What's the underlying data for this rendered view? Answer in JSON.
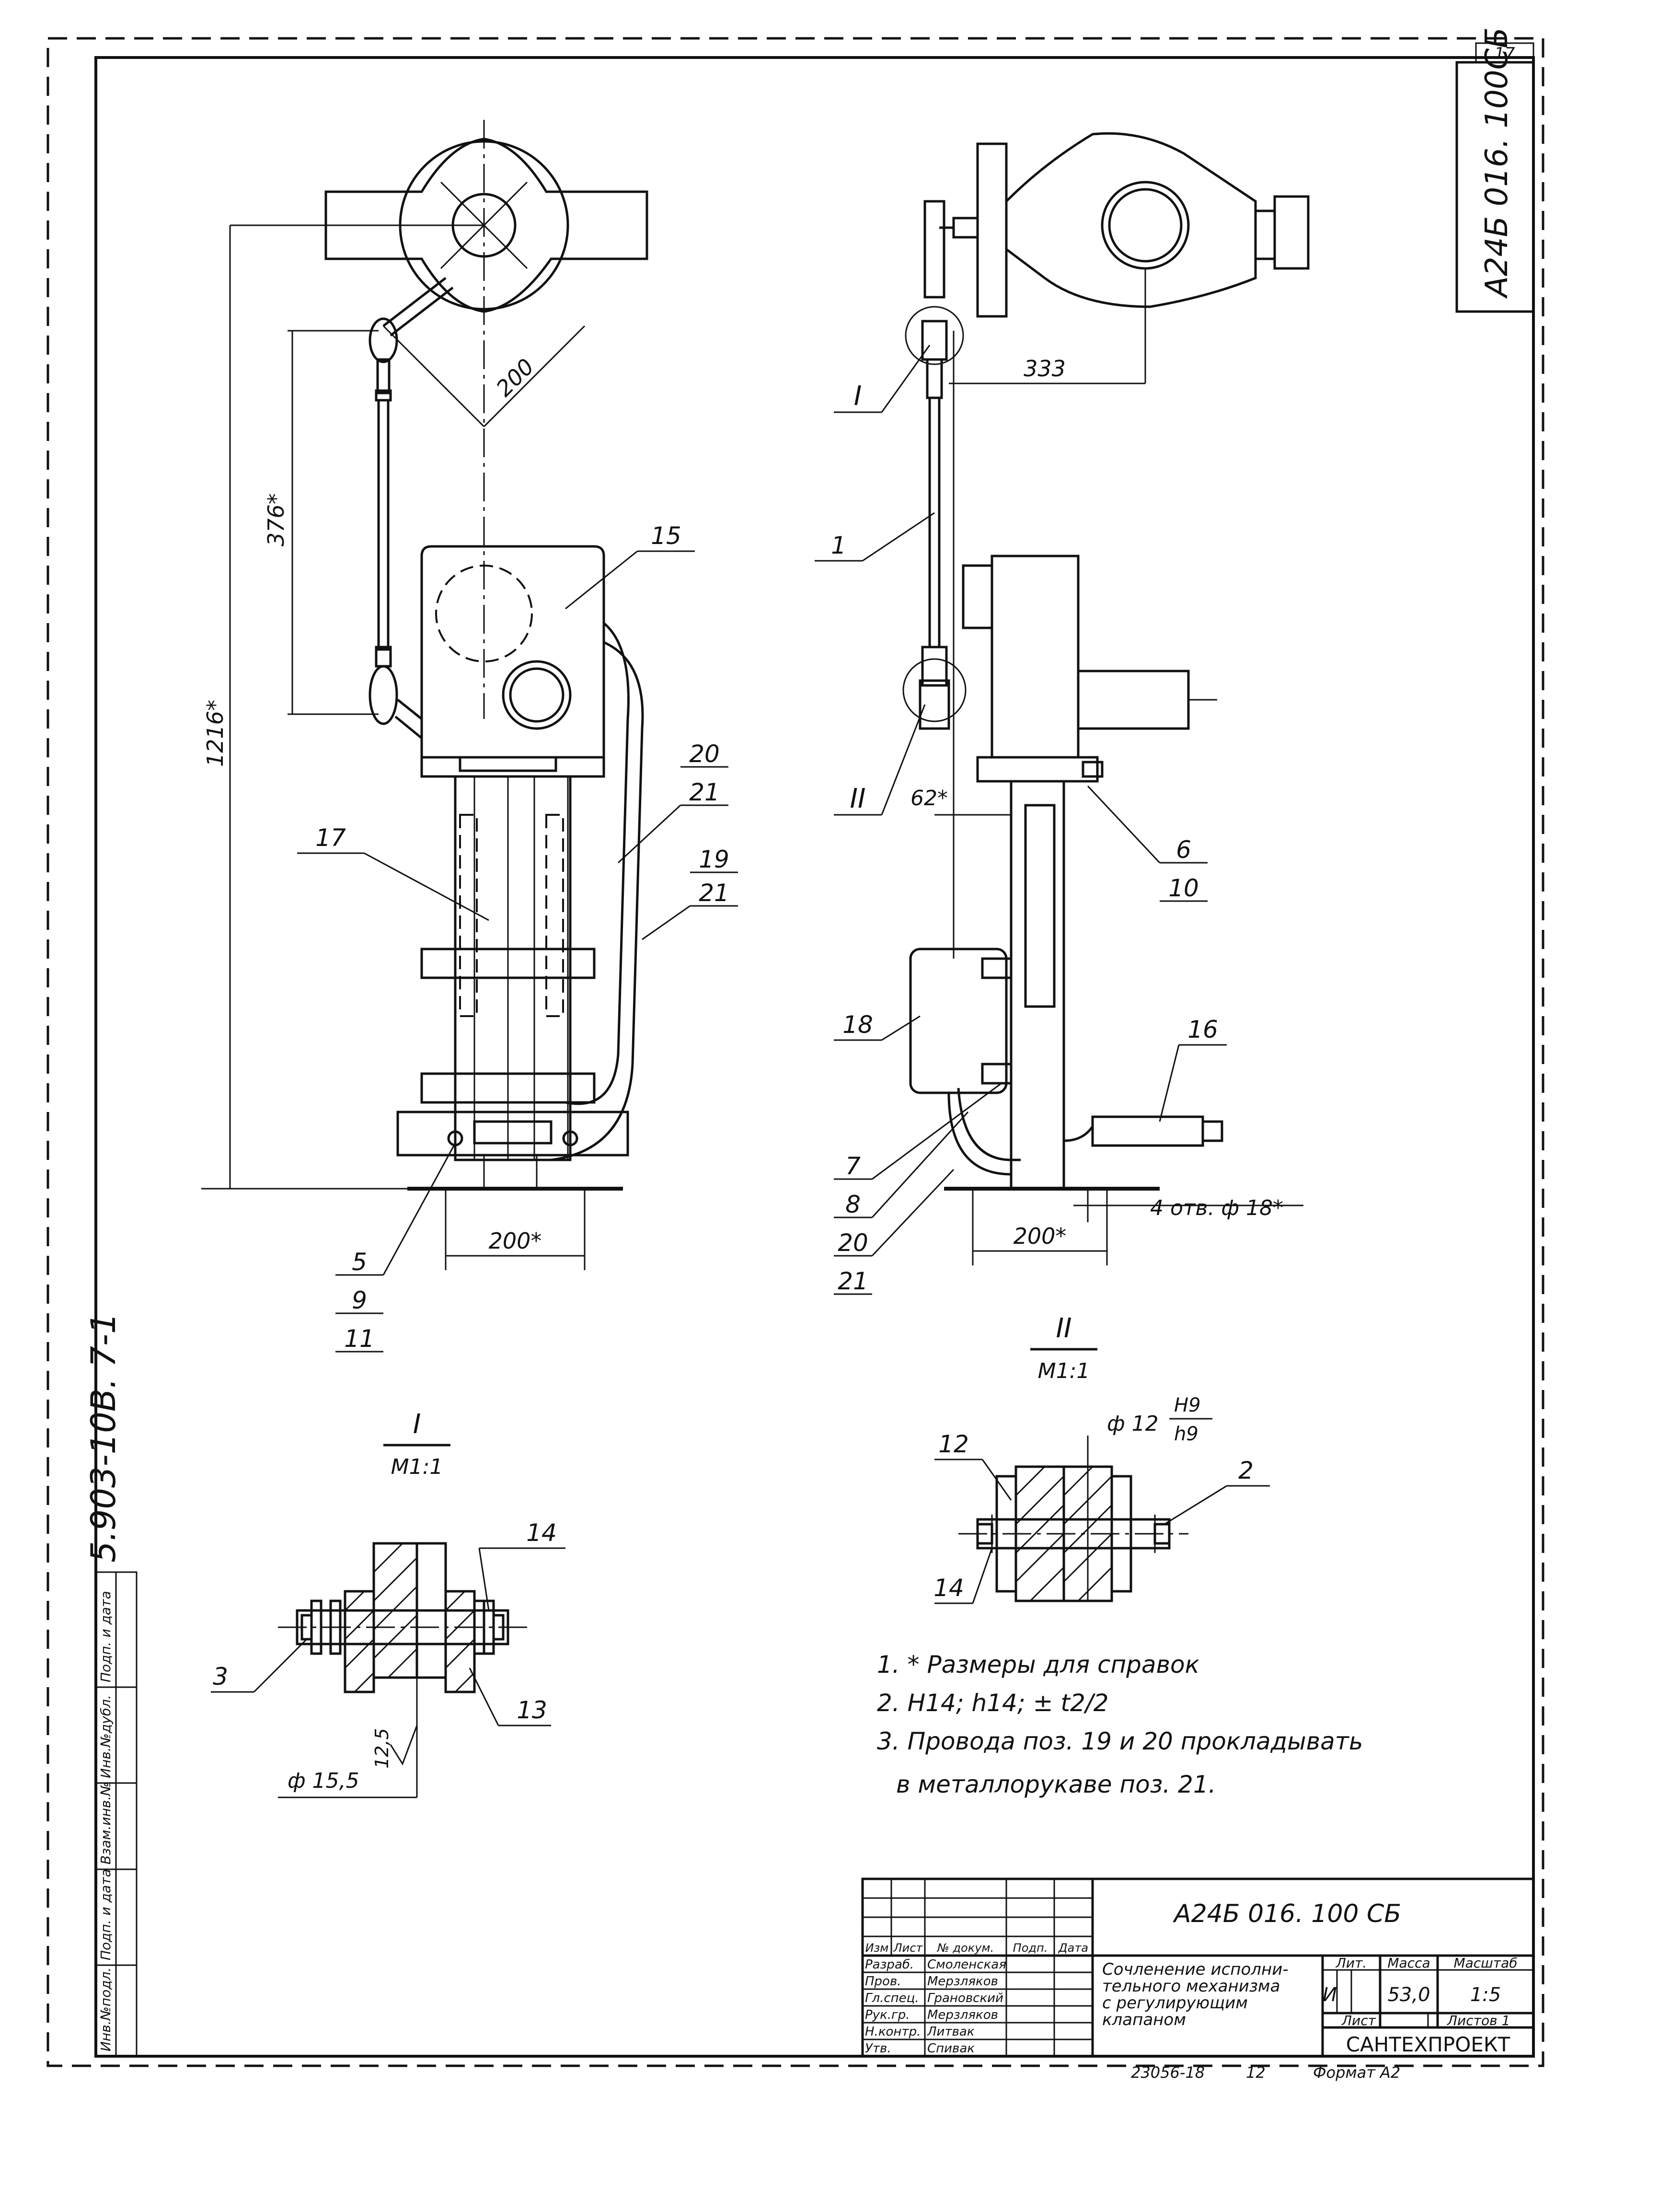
{
  "sheet_number": "17",
  "corner_code": "А24Б 016. 100СБ",
  "side_code": "5.903-10В. 7-1",
  "side_columns": [
    "Инв.№подл.",
    "Подп. и дата",
    "Взам.инв.№",
    "Инв.№дубл.",
    "Подп. и дата"
  ],
  "front_view": {
    "dims": [
      "200",
      "376*",
      "1216*",
      "200*"
    ],
    "callouts": [
      "15",
      "17",
      "20",
      "21",
      "19",
      "21",
      "5",
      "9",
      "11"
    ]
  },
  "side_view": {
    "dims": [
      "333",
      "62*",
      "200*",
      "4 отв. ф 18*"
    ],
    "callouts": [
      "I",
      "1",
      "II",
      "6",
      "10",
      "18",
      "16",
      "7",
      "8",
      "20",
      "21"
    ]
  },
  "detail_I": {
    "title": "I",
    "scale": "М1:1",
    "callouts": [
      "14",
      "3",
      "13"
    ],
    "dims": [
      "ф 15,5",
      "12,5"
    ]
  },
  "detail_II": {
    "title": "II",
    "scale": "М1:1",
    "fit_label": "ф 12",
    "fit_upper": "H9",
    "fit_lower": "h9",
    "callouts": [
      "12",
      "2",
      "14"
    ]
  },
  "notes": [
    "1. * Размеры для справок",
    "2. H14; h14; ± t2/2",
    "3. Провода поз. 19 и 20 прокладывать",
    "в металлорукаве поз. 21."
  ],
  "title_block": {
    "designation": "А24Б 016. 100 СБ",
    "name_lines": [
      "Сочленение исполни-",
      "тельного механизма",
      "с регулирующим",
      "клапаном"
    ],
    "header_cols": [
      "Изм",
      "Лист",
      "№ докум.",
      "Подп.",
      "Дата"
    ],
    "roles": [
      {
        "role": "Разраб.",
        "name": "Смоленская"
      },
      {
        "role": "Пров.",
        "name": "Мерзляков"
      },
      {
        "role": "Гл.спец.",
        "name": "Грановский"
      },
      {
        "role": "Рук.гр.",
        "name": "Мерзляков"
      },
      {
        "role": "Н.контр.",
        "name": "Литвак"
      },
      {
        "role": "Утв.",
        "name": "Спивак"
      }
    ],
    "lit_label": "Лит.",
    "lit_value": "И",
    "mass_label": "Масса",
    "mass_value": "53,0",
    "scale_label": "Масштаб",
    "scale_value": "1:5",
    "sheet_label": "Лист",
    "sheets_label": "Листов 1",
    "organization": "САНТЕХПРОЕКТ"
  },
  "bottom_code": "23056-18",
  "bottom_num": "12",
  "format_label": "Формат А2"
}
